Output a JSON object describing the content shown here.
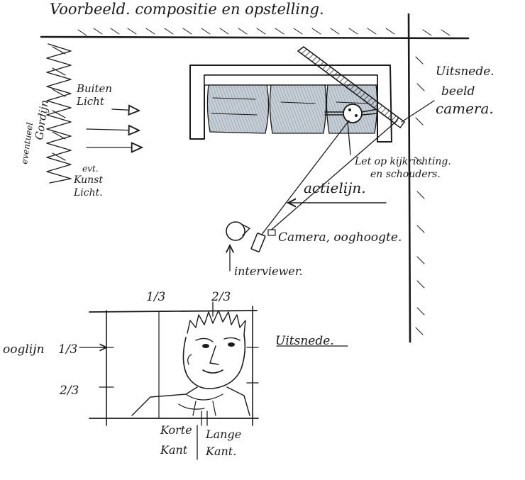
{
  "title": "Voorbeeld. compositie en opstelling.",
  "labels": {
    "gordijn": "Gordijn",
    "eventueel": "eventueel",
    "buiten": "Buiten",
    "licht_buiten": "Licht",
    "evt": "evt.",
    "kunst": "Kunst",
    "licht_kunst": "Licht.",
    "uitsnede_line1": "Uitsnede.",
    "uitsnede_line2": "beeld",
    "uitsnede_line3": "camera.",
    "let_op": "Let op kijkrichting.",
    "en_schouders": "en schouders.",
    "actielijn": "actielijn.",
    "camera_ooghoogte": "Camera, ooghoogte.",
    "interviewer": "interviewer.",
    "one_third_top": "1/3",
    "two_thirds_top": "2/3",
    "ooglijn": "ooglijn",
    "one_third_left": "1/3",
    "two_thirds_left": "2/3",
    "uitsnede_frame": "Uitsnede.",
    "korte": "Korte",
    "kant_korte": "Kant",
    "lange": "Lange",
    "kant_lange": "Kant."
  },
  "colors": {
    "ink": "#1a1a1a",
    "shade": "#8b97a3",
    "shade_light": "#c6ced6"
  }
}
